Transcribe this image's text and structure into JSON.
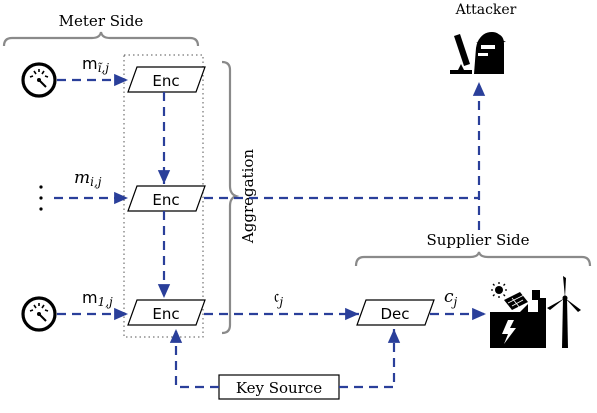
{
  "labels": {
    "meter_side": "Meter Side",
    "attacker": "Attacker",
    "aggregation": "Aggregation",
    "supplier_side": "Supplier Side",
    "key_source": "Key Source"
  },
  "meters": {
    "top": {
      "prefix": "m",
      "sub": "ĩ,j"
    },
    "middle": {
      "prefix": "m",
      "sub": "i,j"
    },
    "bottom": {
      "prefix": "m",
      "sub": "1,j"
    }
  },
  "blocks": {
    "enc": "Enc",
    "dec": "Dec"
  },
  "signals": {
    "aggregate": {
      "prefix": "𝔠",
      "sub": "j"
    },
    "decrypted": {
      "prefix": "c",
      "sub": "j"
    }
  },
  "icons": [
    "meter-gauge-icon",
    "attacker-hacker-icon",
    "power-plant-icon",
    "wind-turbine-icon",
    "solar-panel-icon",
    "vertical-ellipsis-icon"
  ],
  "colors": {
    "signal_line": "#2a3f9a",
    "brace": "#8a8a8a",
    "ink": "#000000"
  }
}
